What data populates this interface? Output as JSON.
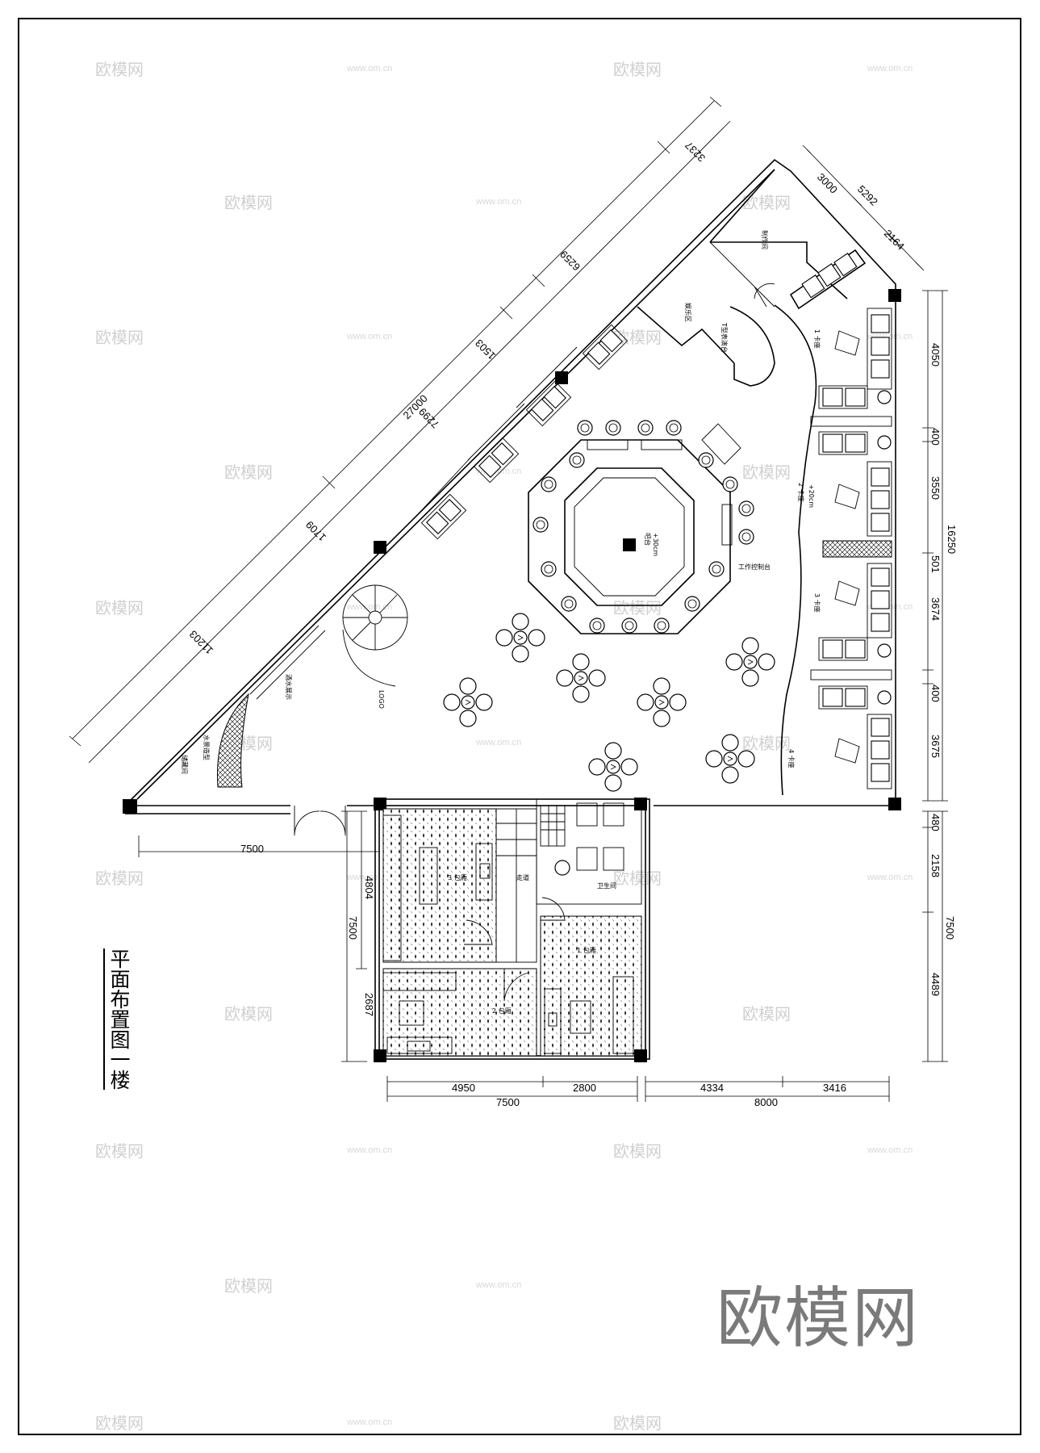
{
  "drawing": {
    "title": "平面布置图一楼",
    "logo_text": "欧模网",
    "watermark_cn": "欧模网",
    "watermark_url": "www.om.cn"
  },
  "labels": {
    "bar": "吧台",
    "bar_level": "+30cm",
    "kitchen": "制作间",
    "stage": "T型表演台",
    "entertainment": "娱乐区",
    "booth1": "1 卡座",
    "booth2": "2 卡座",
    "booth3": "3 卡座",
    "booth4": "4 卡座",
    "booth_level": "+20cm",
    "logo_wall": "LOGO",
    "bar_display": "酒水展示",
    "water_feature": "水景造型",
    "storage": "储藏间",
    "workstation": "工作控制台",
    "corridor": "走道",
    "room_2": "2 包厢",
    "room_3": "3 包厢",
    "room_1": "1 包厢",
    "restroom": "卫生间"
  },
  "dimensions": {
    "diag_total": "27000",
    "diag_a": "3237",
    "diag_b": "6259",
    "diag_c": "1503",
    "diag_d": "7299",
    "diag_e": "1709",
    "diag_f": "11203",
    "top_a": "3000",
    "top_b": "5292",
    "top_c": "2164",
    "right_total": "16250",
    "right_1": "4050",
    "right_2": "400",
    "right_3": "3550",
    "right_4": "501",
    "right_5": "3674",
    "right_6": "400",
    "right_7": "3675",
    "right_low_total": "7500",
    "right_low_1": "480",
    "right_low_2": "2158",
    "right_low_3": "4489",
    "left_low_total": "7500",
    "left_low_1": "4804",
    "left_low_2": "2687",
    "bottom_left_total": "7500",
    "bottom_left_1": "4950",
    "bottom_left_2": "2800",
    "bottom_right_total": "8000",
    "bottom_right_1": "4334",
    "bottom_right_2": "3416",
    "entry": "7500"
  }
}
